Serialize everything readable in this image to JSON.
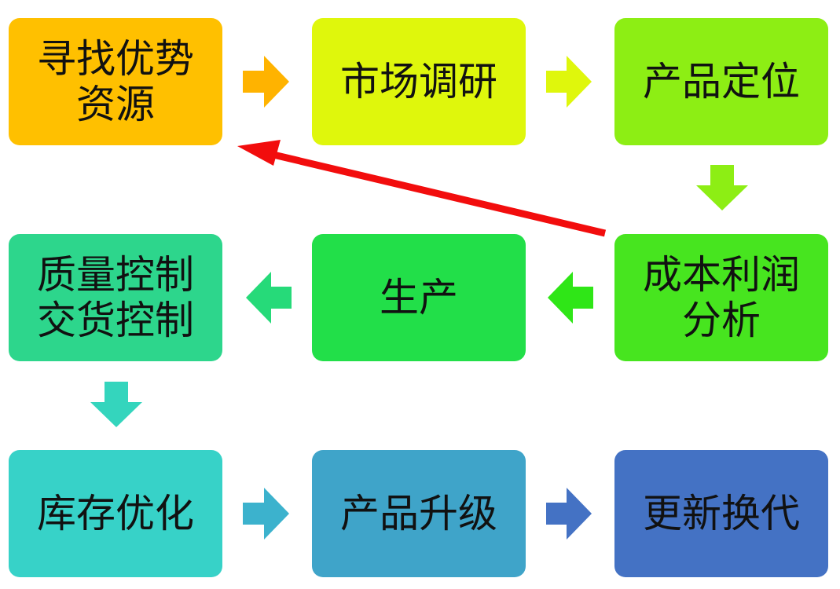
{
  "nodes": [
    {
      "id": "b1",
      "text": "寻找优势资源",
      "color": "#FFC000"
    },
    {
      "id": "b2",
      "text": "市场调研",
      "color": "#DFF70C"
    },
    {
      "id": "b3",
      "text": "产品定位",
      "color": "#8DEE14"
    },
    {
      "id": "b4",
      "text": "成本利润分析",
      "color": "#47E51F"
    },
    {
      "id": "b5",
      "text": "生产",
      "color": "#22DF49"
    },
    {
      "id": "b6",
      "text": "质量控制交货控制",
      "color": "#2DD68C"
    },
    {
      "id": "b7",
      "text": "库存优化",
      "color": "#37D2C8"
    },
    {
      "id": "b8",
      "text": "产品升级",
      "color": "#3FA4C9"
    },
    {
      "id": "b9",
      "text": "更新换代",
      "color": "#4472C4"
    }
  ],
  "edges": [
    {
      "from": "b1",
      "to": "b2",
      "color": "#FFB300"
    },
    {
      "from": "b2",
      "to": "b3",
      "color": "#DFF70C"
    },
    {
      "from": "b3",
      "to": "b4",
      "color": "#8DEE14"
    },
    {
      "from": "b4",
      "to": "b5",
      "color": "#2FE617"
    },
    {
      "from": "b5",
      "to": "b6",
      "color": "#26DA79"
    },
    {
      "from": "b6",
      "to": "b7",
      "color": "#34D5BD"
    },
    {
      "from": "b7",
      "to": "b8",
      "color": "#3CB2CD"
    },
    {
      "from": "b8",
      "to": "b9",
      "color": "#4472C4"
    },
    {
      "from": "b4",
      "to": "b1",
      "color": "#F20D0D",
      "style": "feedback"
    }
  ]
}
